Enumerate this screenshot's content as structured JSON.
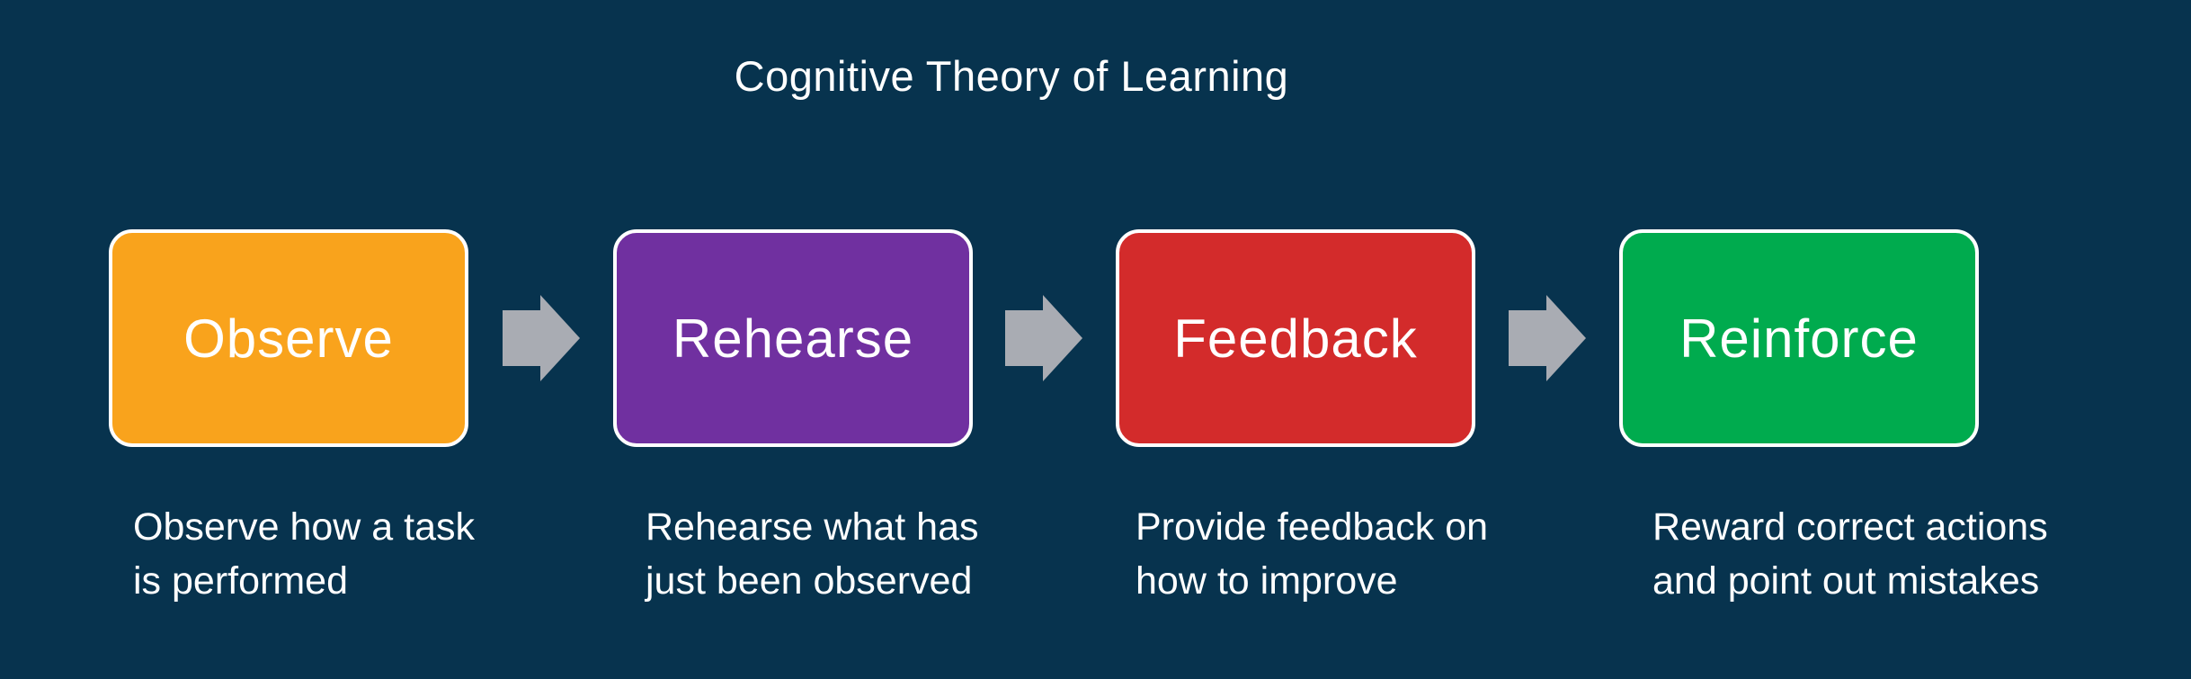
{
  "title": "Cognitive Theory of Learning",
  "colors": {
    "background": "#07334E",
    "arrow": "#A9ACB3",
    "box_border": "#FFFFFF",
    "text": "#FFFFFF"
  },
  "steps": [
    {
      "label": "Observe",
      "color": "#F9A31C",
      "description_lines": [
        "Observe how a task",
        "is performed"
      ]
    },
    {
      "label": "Rehearse",
      "color": "#7030A0",
      "description_lines": [
        "Rehearse what has",
        "just been observed"
      ]
    },
    {
      "label": "Feedback",
      "color": "#D32B2B",
      "description_lines": [
        "Provide feedback on",
        "how to improve"
      ]
    },
    {
      "label": "Reinforce",
      "color": "#00AB4E",
      "description_lines": [
        "Reward correct actions",
        "and point out mistakes"
      ]
    }
  ]
}
